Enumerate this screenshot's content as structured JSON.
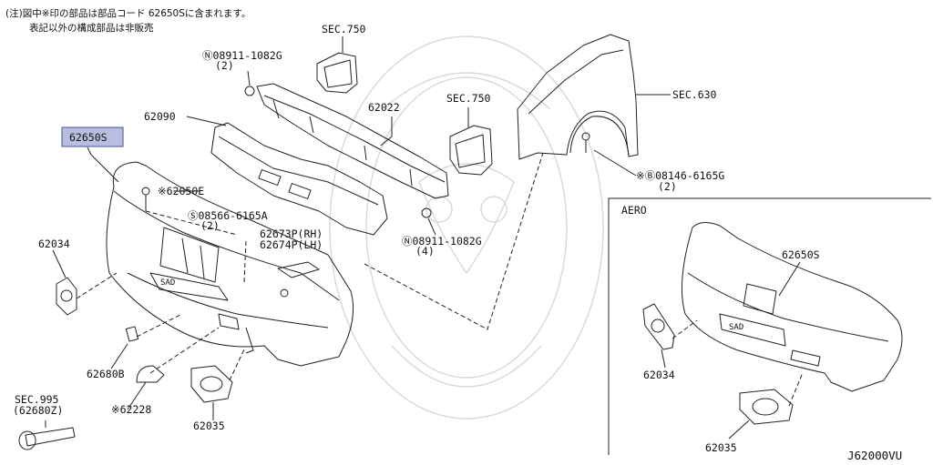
{
  "notes": {
    "line1": "(注)図中※印の部品は部品コード 62650Sに含まれます。",
    "line2": "表記以外の構成部品は非販売"
  },
  "labels": {
    "sec750_top": "SEC.750",
    "n08911_top": "Ⓝ08911-1082G",
    "n08911_top_qty": "(2)",
    "p62090": "62090",
    "p62022": "62022",
    "sec750_mid": "SEC.750",
    "sec630": "SEC.630",
    "p62650s": "62650S",
    "p62050e": "※62050E",
    "s08566": "Ⓢ08566-6165A",
    "s08566_qty": "(2)",
    "p62673p": "62673P(RH)",
    "p62674p": "62674P(LH)",
    "n08911_bot": "Ⓝ08911-1082G",
    "n08911_bot_qty": "(4)",
    "b08146": "※Ⓑ08146-6165G",
    "b08146_qty": "(2)",
    "p62034": "62034",
    "p62680b": "62680B",
    "p62228": "※62228",
    "p62035": "62035",
    "sec995": "SEC.995",
    "p62680z": "(62680Z)",
    "aero_title": "AERO",
    "aero_62650s": "62650S",
    "aero_62034": "62034",
    "aero_62035": "62035",
    "diagram_code": "J62000VU"
  },
  "colors": {
    "highlight_fill": "#b7bee0",
    "highlight_stroke": "#4a5296",
    "line": "#222222",
    "watermark": "#d8d8d8"
  }
}
